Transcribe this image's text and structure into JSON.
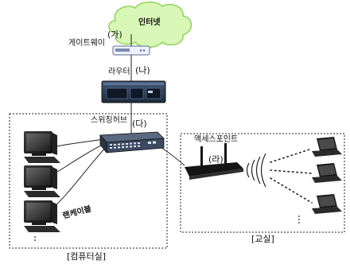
{
  "labels": {
    "internet": "인터넷",
    "gateway_tag": "(가)",
    "gateway": "게이트웨이",
    "router_tag": "(나)",
    "router": "라우터",
    "switch": "스위칭허브",
    "switch_tag": "(다)",
    "cable": "랜케이블",
    "access_point": "액세스포인트",
    "ap_tag": "(라)",
    "computer_room": "[컴퓨터실]",
    "classroom": "[교실]"
  },
  "colors": {
    "cloud_fill": "#d9f7b6",
    "cloud_stroke": "#8fd45a",
    "gateway_fill": "#eef2ff",
    "router_fill": "#27384f",
    "switch_fill": "#3c4a60",
    "ap_fill": "#141414",
    "line": "#222222"
  }
}
